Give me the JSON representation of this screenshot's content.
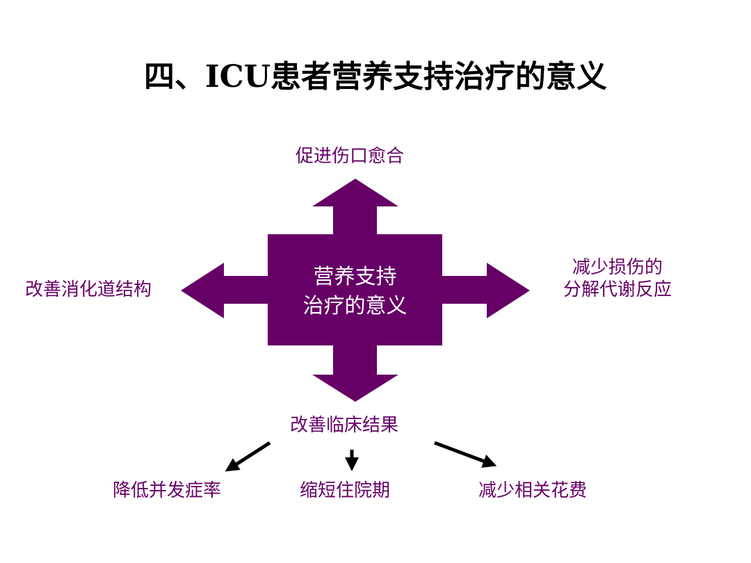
{
  "title": "四、ICU患者营养支持治疗的意义",
  "center": {
    "line1": "营养支持",
    "line2": "治疗的意义",
    "color": "#660066"
  },
  "top": "促进伤口愈合",
  "left": "改善消化道结构",
  "right": {
    "line1": "减少损伤的",
    "line2": "分解代谢反应"
  },
  "bottom": "改善临床结果",
  "outcomes": [
    "降低并发症率",
    "缩短住院期",
    "减少相关花费"
  ]
}
